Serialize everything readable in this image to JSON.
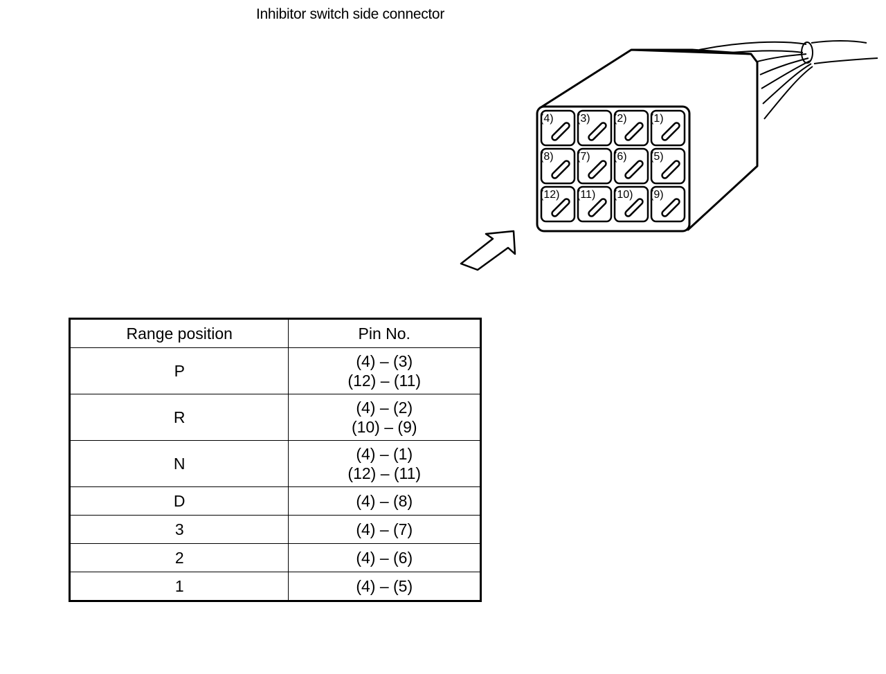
{
  "title": "Inhibitor switch side connector",
  "connector": {
    "pins": [
      {
        "label": "(4)",
        "row": 0,
        "col": 0
      },
      {
        "label": "(3)",
        "row": 0,
        "col": 1
      },
      {
        "label": "(2)",
        "row": 0,
        "col": 2
      },
      {
        "label": "(1)",
        "row": 0,
        "col": 3
      },
      {
        "label": "(8)",
        "row": 1,
        "col": 0
      },
      {
        "label": "(7)",
        "row": 1,
        "col": 1
      },
      {
        "label": "(6)",
        "row": 1,
        "col": 2
      },
      {
        "label": "(5)",
        "row": 1,
        "col": 3
      },
      {
        "label": "(12)",
        "row": 2,
        "col": 0
      },
      {
        "label": "(11)",
        "row": 2,
        "col": 1
      },
      {
        "label": "(10)",
        "row": 2,
        "col": 2
      },
      {
        "label": "(9)",
        "row": 2,
        "col": 3
      }
    ]
  },
  "table": {
    "headers": [
      "Range position",
      "Pin No."
    ],
    "rows": [
      {
        "range": "P",
        "pins": [
          "(4) – (3)",
          "(12) – (11)"
        ]
      },
      {
        "range": "R",
        "pins": [
          "(4) – (2)",
          "(10) – (9)"
        ]
      },
      {
        "range": "N",
        "pins": [
          "(4) – (1)",
          "(12) – (11)"
        ]
      },
      {
        "range": "D",
        "pins": [
          "(4) – (8)"
        ]
      },
      {
        "range": "3",
        "pins": [
          "(4) – (7)"
        ]
      },
      {
        "range": "2",
        "pins": [
          "(4) – (6)"
        ]
      },
      {
        "range": "1",
        "pins": [
          "(4) – (5)"
        ]
      }
    ]
  }
}
